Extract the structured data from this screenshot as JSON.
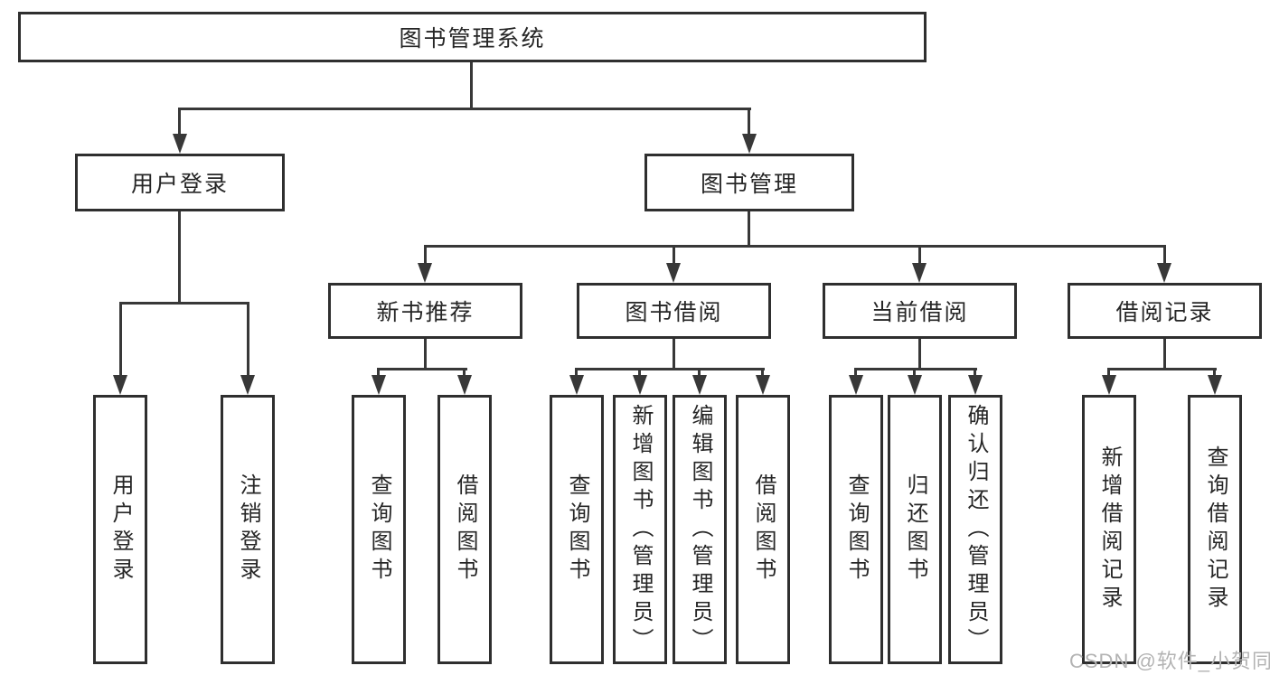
{
  "root": {
    "label": "图书管理系统"
  },
  "level2": [
    {
      "label": "用户登录"
    },
    {
      "label": "图书管理"
    }
  ],
  "level3": [
    {
      "label": "新书推荐"
    },
    {
      "label": "图书借阅"
    },
    {
      "label": "当前借阅"
    },
    {
      "label": "借阅记录"
    }
  ],
  "leaves": [
    {
      "label": "用户登录"
    },
    {
      "label": "注销登录"
    },
    {
      "label": "查询图书"
    },
    {
      "label": "借阅图书"
    },
    {
      "label": "查询图书"
    },
    {
      "label": "新增图书（管理员）"
    },
    {
      "label": "编辑图书（管理员）"
    },
    {
      "label": "借阅图书"
    },
    {
      "label": "查询图书"
    },
    {
      "label": "归还图书"
    },
    {
      "label": "确认归还（管理员）"
    },
    {
      "label": "新增借阅记录"
    },
    {
      "label": "查询借阅记录"
    }
  ],
  "watermark": {
    "text": "CSDN @软件_小贺同学"
  },
  "colors": {
    "line": "#383838",
    "border": "#2f2f2f",
    "text": "#262626",
    "watermark": "#b3b3b3",
    "background": "#ffffff"
  }
}
